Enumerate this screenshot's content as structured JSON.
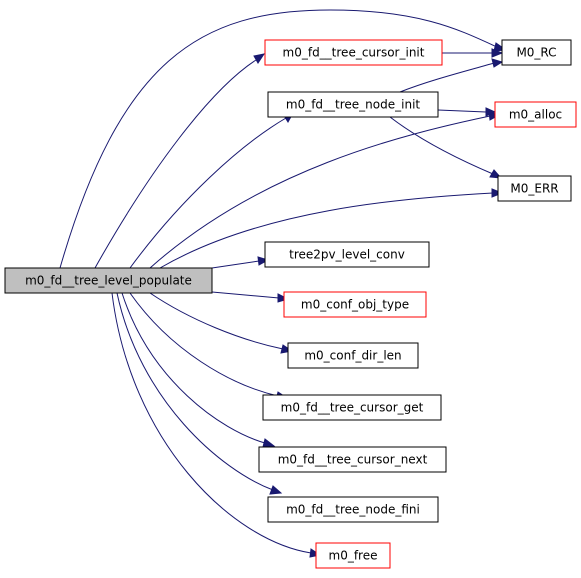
{
  "colors": {
    "edge": "#191970",
    "root_fill": "#bfbfbf",
    "node_fill": "#ffffff",
    "border_default": "#000000",
    "border_red": "#ff0000"
  },
  "root": {
    "id": "root",
    "label": "m0_fd__tree_level_populate"
  },
  "nodes": [
    {
      "id": "cursor_init",
      "label": "m0_fd__tree_cursor_init",
      "border": "red"
    },
    {
      "id": "node_init",
      "label": "m0_fd__tree_node_init",
      "border": "black"
    },
    {
      "id": "m0_rc",
      "label": "M0_RC",
      "border": "black"
    },
    {
      "id": "m0_alloc",
      "label": "m0_alloc",
      "border": "red"
    },
    {
      "id": "m0_err",
      "label": "M0_ERR",
      "border": "black"
    },
    {
      "id": "tree2pv",
      "label": "tree2pv_level_conv",
      "border": "black"
    },
    {
      "id": "obj_type",
      "label": "m0_conf_obj_type",
      "border": "red"
    },
    {
      "id": "dir_len",
      "label": "m0_conf_dir_len",
      "border": "black"
    },
    {
      "id": "cursor_get",
      "label": "m0_fd__tree_cursor_get",
      "border": "black"
    },
    {
      "id": "cursor_next",
      "label": "m0_fd__tree_cursor_next",
      "border": "black"
    },
    {
      "id": "node_fini",
      "label": "m0_fd__tree_node_fini",
      "border": "black"
    },
    {
      "id": "m0_free",
      "label": "m0_free",
      "border": "red"
    }
  ],
  "edges": [
    {
      "from": "root",
      "to": "m0_rc"
    },
    {
      "from": "root",
      "to": "cursor_init"
    },
    {
      "from": "root",
      "to": "node_init"
    },
    {
      "from": "root",
      "to": "m0_alloc"
    },
    {
      "from": "root",
      "to": "m0_err"
    },
    {
      "from": "root",
      "to": "tree2pv"
    },
    {
      "from": "root",
      "to": "obj_type"
    },
    {
      "from": "root",
      "to": "dir_len"
    },
    {
      "from": "root",
      "to": "cursor_get"
    },
    {
      "from": "root",
      "to": "cursor_next"
    },
    {
      "from": "root",
      "to": "node_fini"
    },
    {
      "from": "root",
      "to": "m0_free"
    },
    {
      "from": "cursor_init",
      "to": "m0_rc"
    },
    {
      "from": "node_init",
      "to": "m0_rc"
    },
    {
      "from": "node_init",
      "to": "m0_alloc"
    },
    {
      "from": "node_init",
      "to": "m0_err"
    }
  ]
}
